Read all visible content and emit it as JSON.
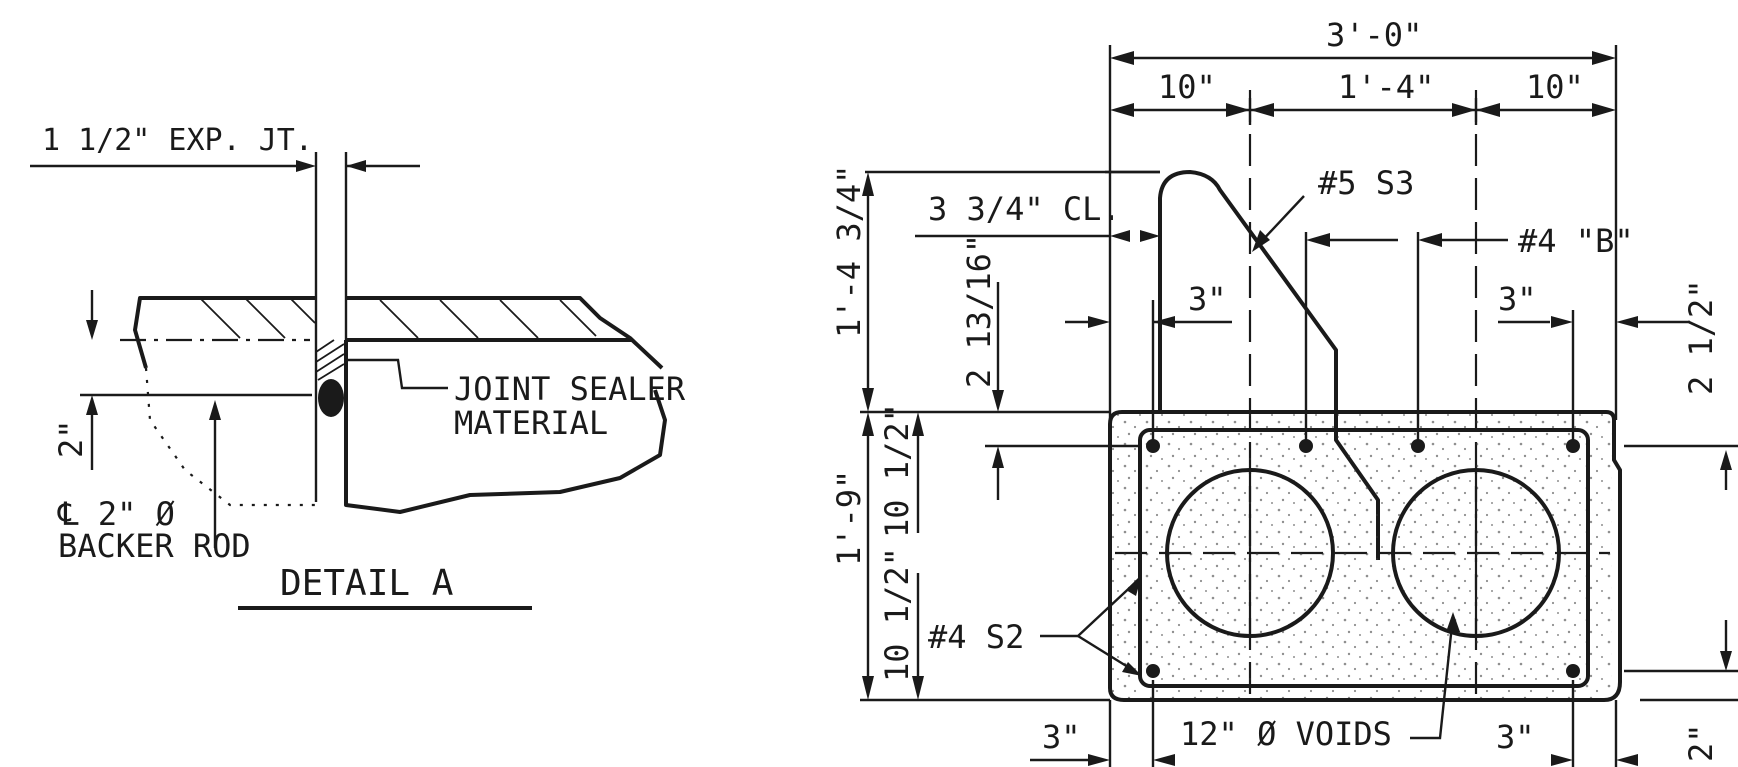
{
  "detail": {
    "expansion_joint": "1 1/2\" EXP. JT.",
    "sealer_line1": "JOINT SEALER",
    "sealer_line2": "MATERIAL",
    "dim_two_in": "2\"",
    "backer_line1": "℄ 2\" Ø",
    "backer_line2": "BACKER ROD",
    "title": "DETAIL A"
  },
  "section": {
    "overall_width": "3'-0\"",
    "left_width": "10\"",
    "middle_width": "1'-4\"",
    "right_width": "10\"",
    "bar_s3": "#5 S3",
    "bar_b": "#4 \"B\"",
    "clear_cover": "3 3/4\" CL.",
    "parapet_height": "1'-4 3/4\"",
    "dim_2_13_16": "2 13/16\"",
    "left_3": "3\"",
    "right_3": "3\"",
    "right_2_half": "2 1/2\"",
    "slab_depth": "1'-9\"",
    "upper_10_half": "10 1/2\"",
    "lower_10_half": "10 1/2\"",
    "bar_s2": "#4 S2",
    "voids": "12\" Ø VOIDS",
    "bottom_left_3": "3\"",
    "bottom_right_3": "3\"",
    "bottom_2": "2\""
  }
}
